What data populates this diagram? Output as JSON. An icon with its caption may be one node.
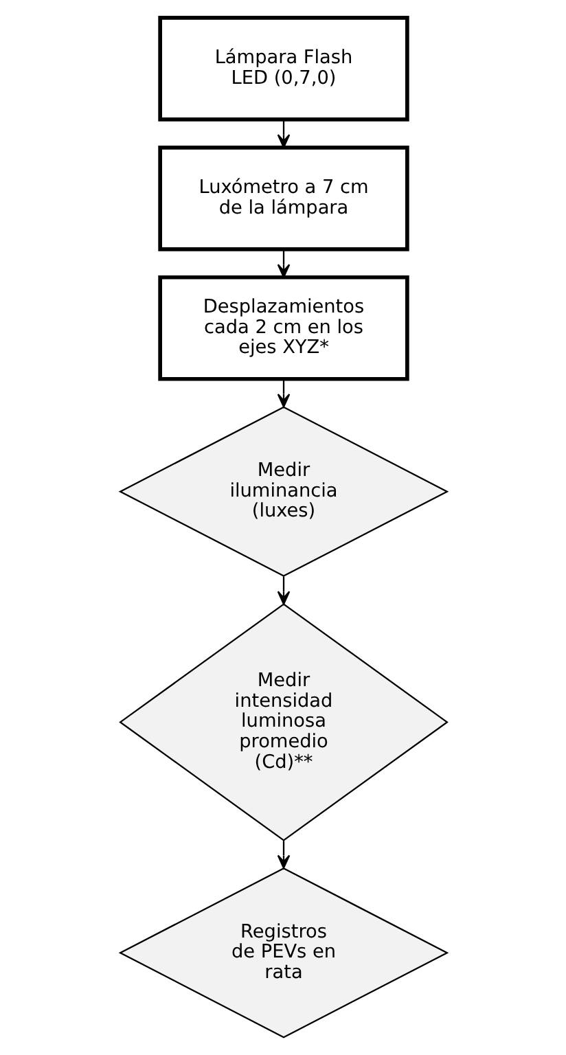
{
  "diagram": {
    "nodes": [
      {
        "text": [
          "Lámpara Flash LED (0,7,0)"
        ]
      },
      {
        "text": [
          "Luxómetro a 7 cm de la lámpara"
        ]
      },
      {
        "text": [
          "Desplazamientos cada 2 cm en los ejes XYZ*"
        ]
      },
      {
        "text": [
          "Medir iluminancia (luxes)"
        ]
      },
      {
        "text": [
          "Medir intensidad luminosa promedio (Cd)**"
        ]
      },
      {
        "text": [
          "Registros de PEVs en rata"
        ]
      }
    ],
    "edges": [
      {
        "from": 0,
        "to": 1,
        "arrow": "to"
      },
      {
        "from": 1,
        "to": 2,
        "arrow": "to"
      },
      {
        "from": 2,
        "to": 3,
        "arrow": "to"
      },
      {
        "from": 3,
        "to": 4,
        "arrow": "to"
      },
      {
        "from": 4,
        "to": 5,
        "arrow": "to"
      }
    ]
  }
}
